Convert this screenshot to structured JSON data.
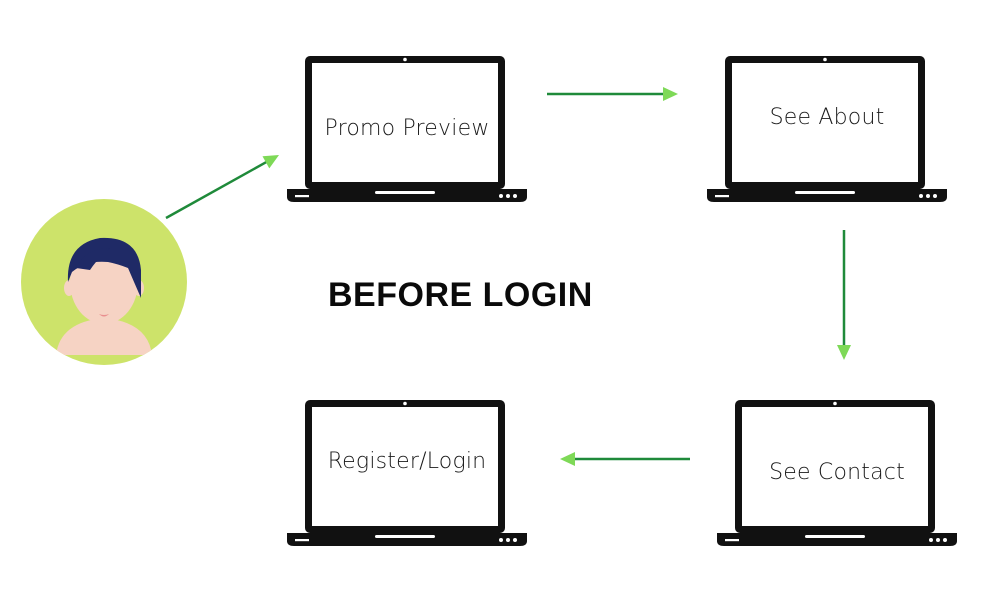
{
  "title": "BEFORE LOGIN",
  "colors": {
    "arrow": "#1f8a3a",
    "arrowhead": "#7ed957",
    "avatar_bg": "#cde36a",
    "hair": "#1f2a66",
    "skin": "#f6d3c4",
    "laptop": "#111111"
  },
  "icons": [
    "user-avatar-icon",
    "laptop-icon",
    "arrow-icon"
  ],
  "steps": [
    {
      "label": "Promo Preview"
    },
    {
      "label": "See About"
    },
    {
      "label": "See Contact"
    },
    {
      "label": "Register/Login"
    }
  ]
}
